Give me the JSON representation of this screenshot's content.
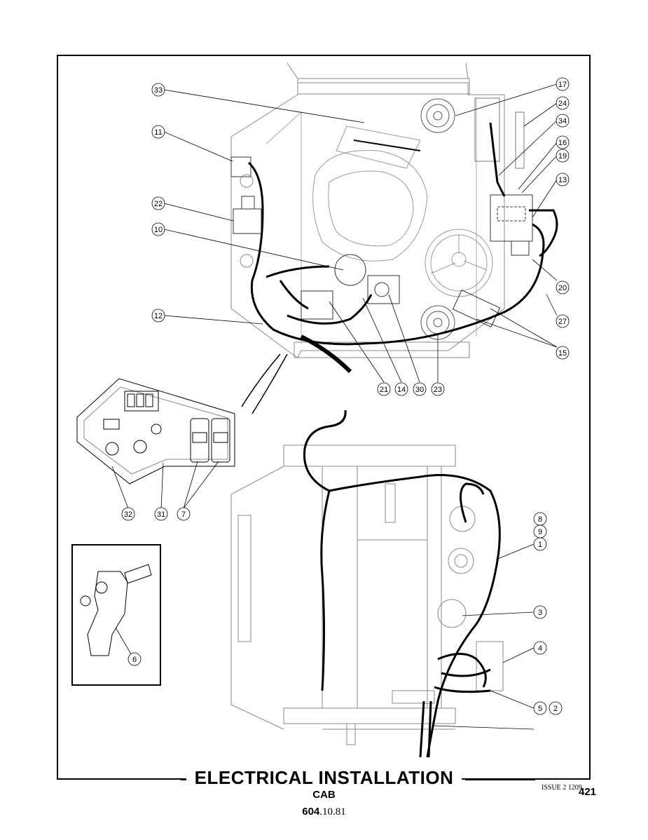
{
  "title": "ELECTRICAL INSTALLATION",
  "subtitle": "CAB",
  "reference": {
    "bold": "604",
    "rest": ".10.81"
  },
  "issue": "ISSUE 2 1209",
  "page_number": "421",
  "callouts": [
    "33",
    "11",
    "22",
    "10",
    "12",
    "17",
    "24",
    "34",
    "16",
    "19",
    "13",
    "20",
    "27",
    "15",
    "21",
    "14",
    "30",
    "23",
    "32",
    "31",
    "7",
    "8",
    "9",
    "1",
    "3",
    "4",
    "5",
    "2",
    "6"
  ]
}
